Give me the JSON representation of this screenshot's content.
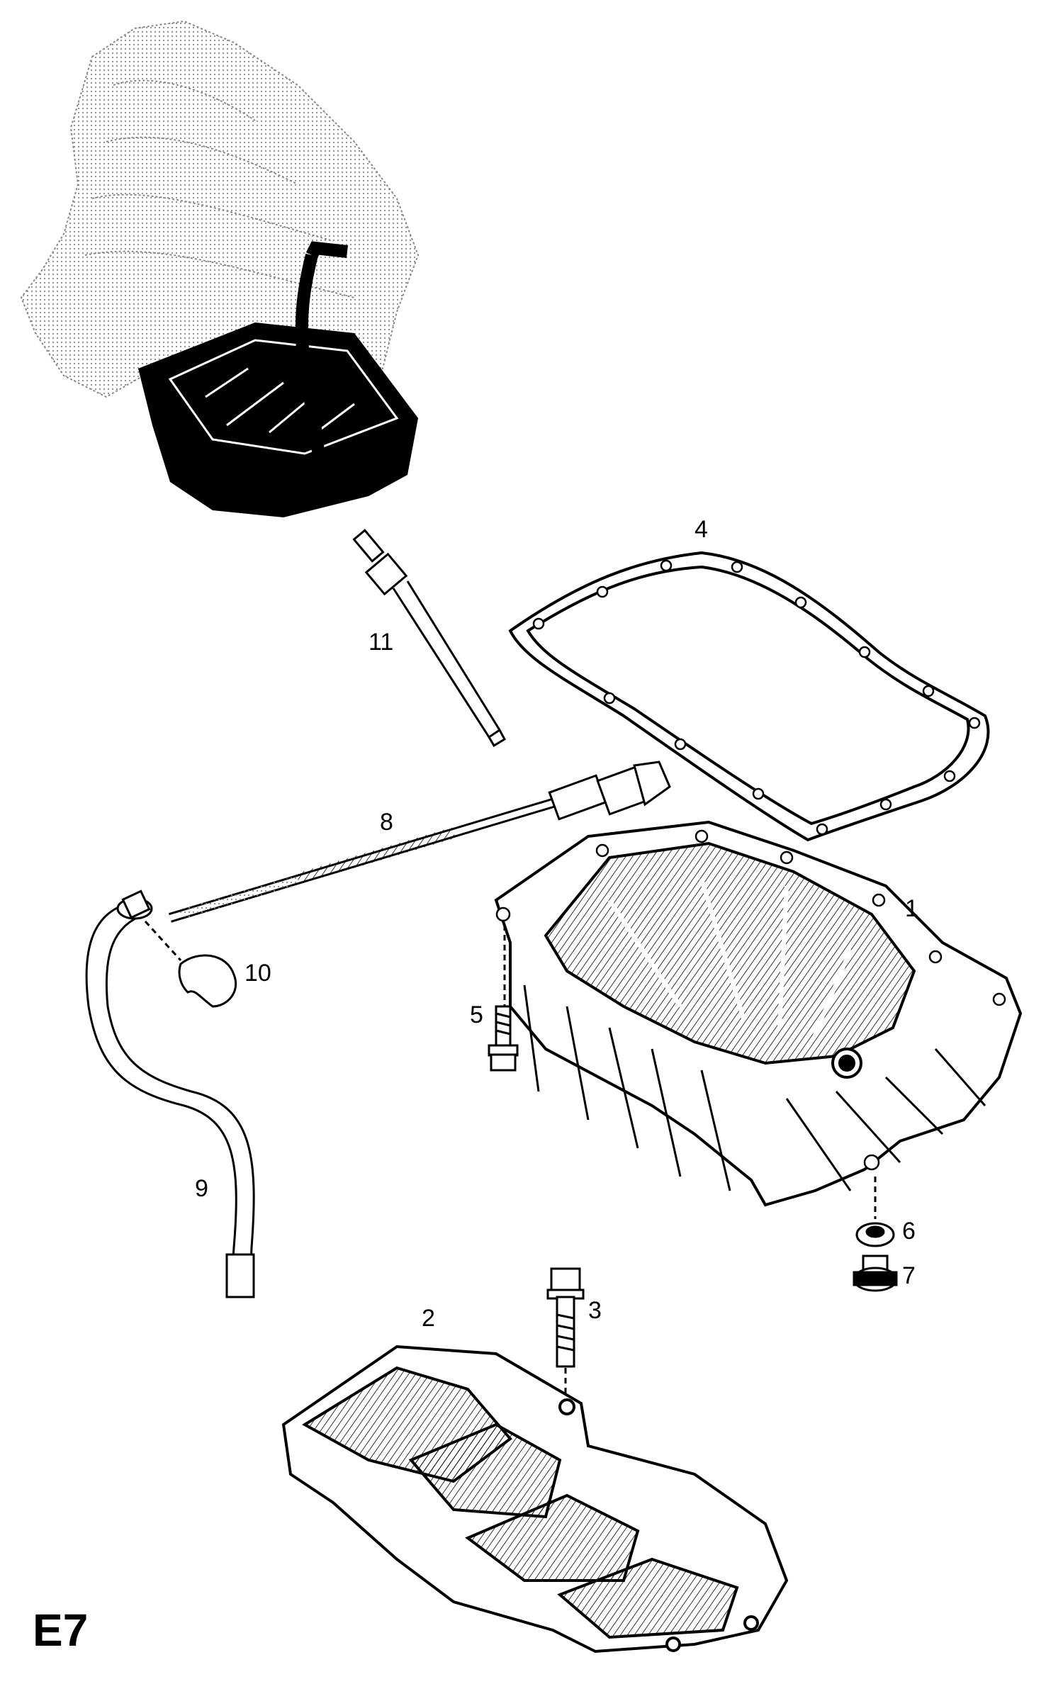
{
  "sheet_code": "E7",
  "callouts": [
    {
      "id": "1",
      "label": "1"
    },
    {
      "id": "2",
      "label": "2"
    },
    {
      "id": "3",
      "label": "3"
    },
    {
      "id": "4",
      "label": "4"
    },
    {
      "id": "5",
      "label": "5"
    },
    {
      "id": "6",
      "label": "6"
    },
    {
      "id": "7",
      "label": "7"
    },
    {
      "id": "8",
      "label": "8"
    },
    {
      "id": "9",
      "label": "9"
    },
    {
      "id": "10",
      "label": "10"
    },
    {
      "id": "11",
      "label": "11"
    }
  ],
  "colors": {
    "ink": "#000000",
    "paper": "#ffffff",
    "ghost": "#999999"
  }
}
